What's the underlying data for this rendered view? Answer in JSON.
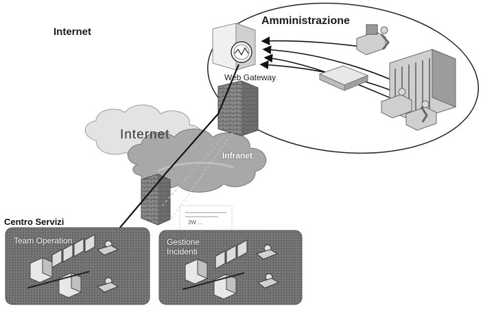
{
  "labels": {
    "internet_heading": "Internet",
    "administration": "Amministrazione",
    "web_gateway": "Web Gateway",
    "internet_cloud": "Internet",
    "intranet": "Infranet",
    "service_center": "Centro Servizi",
    "team_operation": "Team Operation",
    "incident_management_line1": "Gestione",
    "incident_management_line2": "Incidenti",
    "small_text": "3W …"
  },
  "icons": [
    "server-icon",
    "workstation-icon",
    "firewall-icon",
    "gateway-icon",
    "network-switch-icon",
    "datacenter-rack-icon",
    "cloud-icon",
    "monitor-icon",
    "operator-icon"
  ],
  "colors": {
    "panel": "#6b6b6b",
    "cloud": "#d8d8d8",
    "intranet_cloud": "#a9a9a9",
    "firewall": "#7a7a7a",
    "link_line": "#111111"
  }
}
